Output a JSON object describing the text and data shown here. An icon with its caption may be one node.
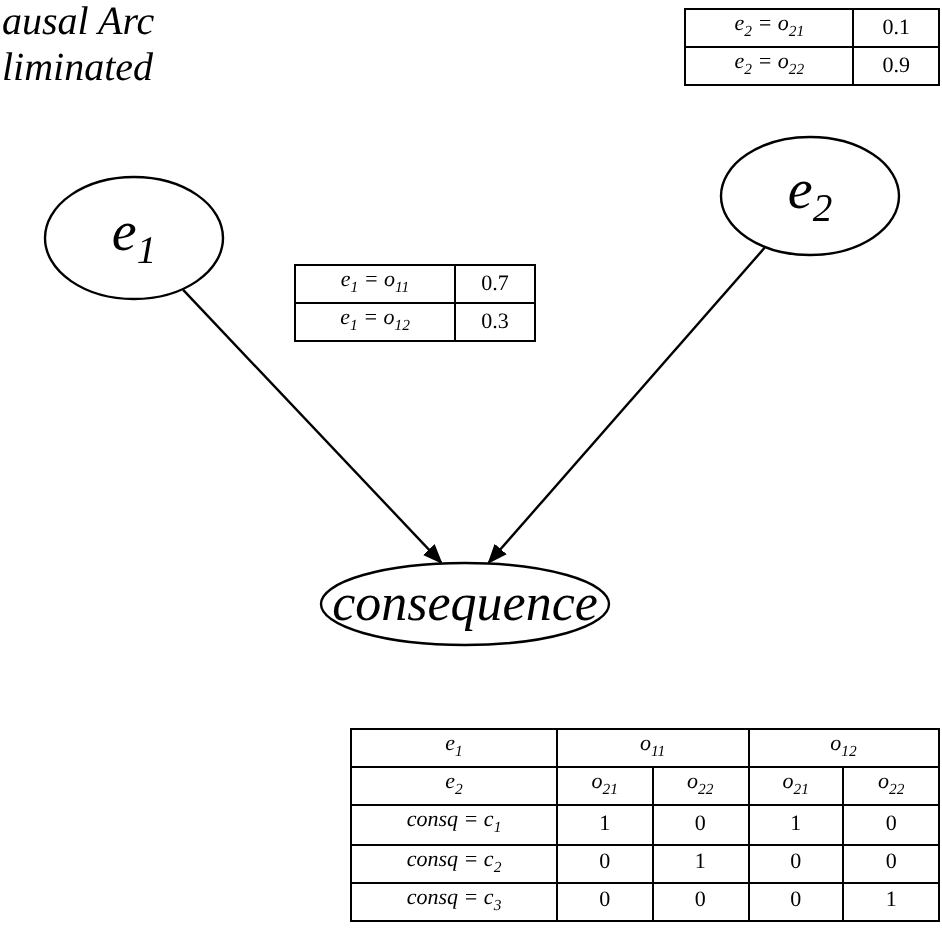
{
  "diagram": {
    "nodes": [
      {
        "text": [
          "e$_{1}$"
        ]
      },
      {
        "text": [
          "e$_{2}$"
        ]
      },
      {
        "text": [
          "consequence"
        ]
      }
    ],
    "edges": [
      {
        "from": 0,
        "to": 2,
        "arrow": "to"
      },
      {
        "from": 1,
        "to": 2,
        "arrow": "to"
      }
    ],
    "labels": [
      "ausal Arc liminated",
      "e$_{2}$ = o$_{21}$",
      "0.1",
      "e$_{2}$ = o$_{22}$",
      "0.9",
      "e$_{1}$ = o$_{11}$",
      "0.7",
      "e$_{1}$ = o$_{12}$",
      "0.3",
      "e$_{1}$",
      "o$_{11}$",
      "o$_{12}$",
      "e$_{2}$",
      "o$_{21}$",
      "o$_{22}$",
      "o$_{21}$",
      "o$_{22}$",
      "consq = c$_{1}$",
      "1",
      "0",
      "1",
      "0",
      "consq = c$_{2}$",
      "0",
      "1",
      "0",
      "0",
      "consq = c$_{3}$",
      "0",
      "0",
      "0",
      "1"
    ]
  }
}
